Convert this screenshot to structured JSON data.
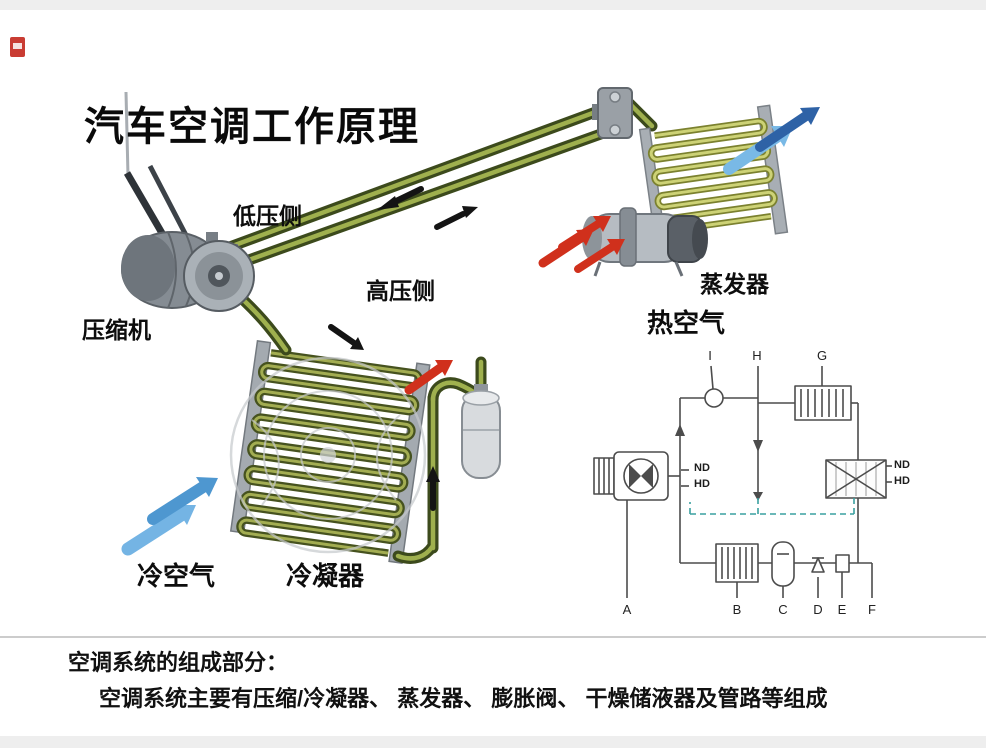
{
  "title": "汽车空调工作原理",
  "diagram_labels": {
    "low_pressure_side": "低压侧",
    "high_pressure_side": "高压侧",
    "compressor": "压缩机",
    "evaporator": "蒸发器",
    "hot_air": "热空气",
    "cold_air": "冷空气",
    "condenser": "冷凝器"
  },
  "schematic": {
    "letters": [
      "A",
      "B",
      "C",
      "D",
      "E",
      "F",
      "G",
      "H",
      "I"
    ],
    "port_labels": {
      "left_nd": "ND",
      "left_hd": "HD",
      "right_nd": "ND",
      "right_hd": "HD"
    }
  },
  "footer": {
    "heading": "空调系统的组成部分：",
    "body": "空调系统主要有压缩/冷凝器、 蒸发器、 膨胀阀、 干燥储液器及管路等组成"
  },
  "colors": {
    "pipe_dark_green": "#3c4a1c",
    "pipe_light_green": "#9fb04e",
    "hot_arrow_red": "#d0301c",
    "cold_arrow_blue": "#74b4e4",
    "schematic_dashed_teal": "#3aa0a0"
  }
}
